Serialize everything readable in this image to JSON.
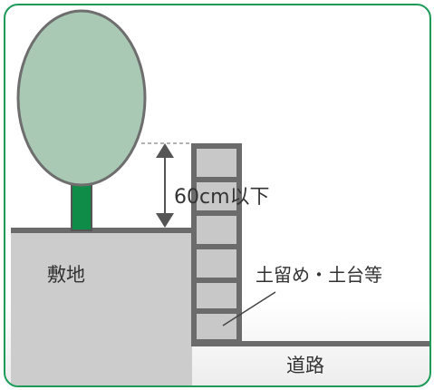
{
  "labels": {
    "height_limit": "60cm以下",
    "site": "敷地",
    "retaining": "土留め・土台等",
    "road": "道路"
  },
  "colors": {
    "frame": "#1e9a59",
    "tree_crown": "#a9c9b5",
    "tree_trunk": "#0f8c48",
    "ground": "#cccccc",
    "edge": "#6b6b6b",
    "block": "#c8c8c8"
  }
}
